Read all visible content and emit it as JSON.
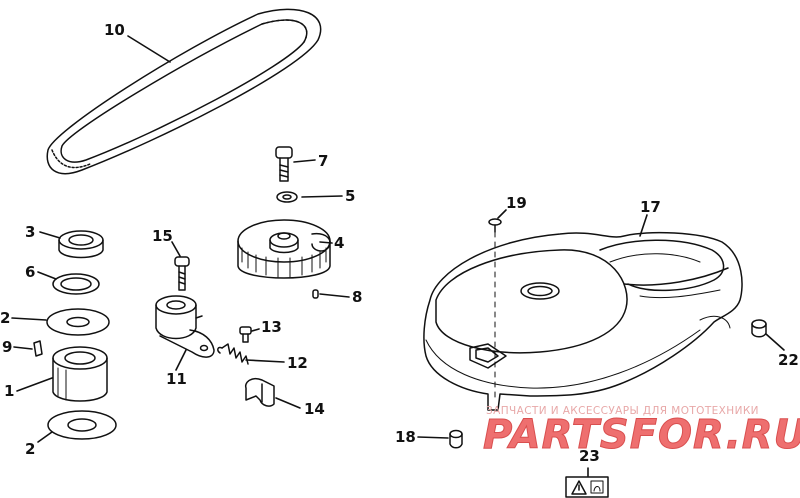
{
  "diagram": {
    "callouts": [
      {
        "id": "c10",
        "text": "10"
      },
      {
        "id": "c7",
        "text": "7"
      },
      {
        "id": "c5",
        "text": "5"
      },
      {
        "id": "c4",
        "text": "4"
      },
      {
        "id": "c8",
        "text": "8"
      },
      {
        "id": "c3",
        "text": "3"
      },
      {
        "id": "c6",
        "text": "6"
      },
      {
        "id": "c2a",
        "text": "2"
      },
      {
        "id": "c9",
        "text": "9"
      },
      {
        "id": "c1",
        "text": "1"
      },
      {
        "id": "c2b",
        "text": "2"
      },
      {
        "id": "c15",
        "text": "15"
      },
      {
        "id": "c13",
        "text": "13"
      },
      {
        "id": "c12",
        "text": "12"
      },
      {
        "id": "c11",
        "text": "11"
      },
      {
        "id": "c14",
        "text": "14"
      },
      {
        "id": "c19",
        "text": "19"
      },
      {
        "id": "c17",
        "text": "17"
      },
      {
        "id": "c22",
        "text": "22"
      },
      {
        "id": "c18",
        "text": "18"
      },
      {
        "id": "c23",
        "text": "23"
      }
    ],
    "watermark": {
      "subtitle": "ЗАПЧАСТИ И АКСЕССУАРЫ ДЛЯ МОТОТЕХНИКИ",
      "brand": "PARTSFOR.RU"
    },
    "colors": {
      "line": "#111111",
      "watermark": "#ee6f6f"
    }
  }
}
